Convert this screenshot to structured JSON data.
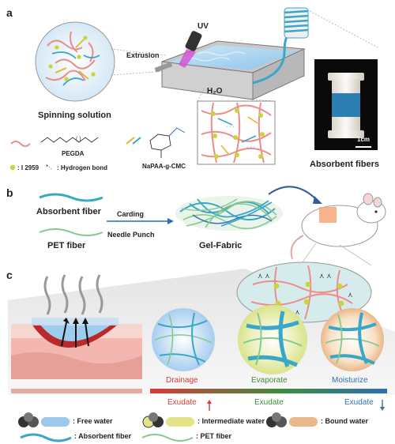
{
  "panel_a": {
    "label": "a",
    "spinning_solution": "Spinning solution",
    "extrusion": "Extrusion",
    "uv": "UV",
    "water": "H₂O",
    "pegda": "PEGDA",
    "napaa": "NaPAA-g-CMC",
    "i2959_legend": ": I 2959",
    "hbond_legend": ": Hydrogen bond",
    "scale_bar": "1cm",
    "absorbent_fibers": "Absorbent fibers"
  },
  "panel_b": {
    "label": "b",
    "absorbent_fiber": "Absorbent fiber",
    "pet_fiber": "PET fiber",
    "carding": "Carding",
    "needle_punch": "Needle Punch",
    "gel_fabric": "Gel-Fabric"
  },
  "panel_c": {
    "label": "c",
    "drainage": "Drainage",
    "evaporate": "Evaporate",
    "moisturize": "Moisturize",
    "exudate_up": "Exudate",
    "exudate_mid": "Exudate",
    "exudate_down": "Exudate",
    "legend": {
      "free_water": ": Free water",
      "intermediate_water": ": Intermediate water",
      "bound_water": ": Bound water",
      "absorbent_fiber": ": Absorbent fiber",
      "pet_fiber": ": PET fiber"
    }
  },
  "colors": {
    "absorbent_fiber": "#3aa6c8",
    "pet_fiber": "#86c98c",
    "polymer_pink": "#ee8c8c",
    "initiator": "#c9d63a",
    "free_water": "#9cc8ec",
    "intermediate_water": "#e3e48a",
    "bound_water": "#eab88a",
    "drainage": "#d63a3a",
    "evaporate": "#3d8c3d",
    "moisturize": "#2f6fb0"
  }
}
